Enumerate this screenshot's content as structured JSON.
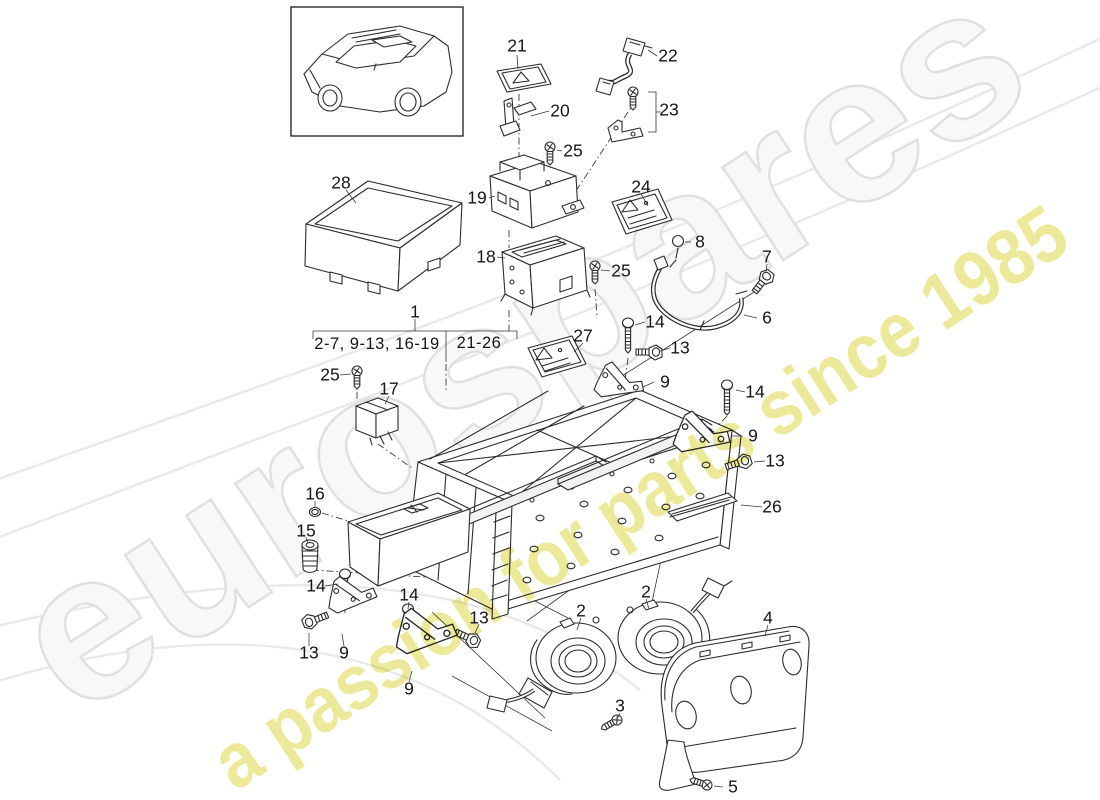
{
  "watermark": {
    "brand": "eurospares",
    "tagline": "a passion for parts since 1985",
    "brand_fill": "#f8f8f8",
    "brand_outline": "#e0e0e0",
    "tagline_color": "#e9e382"
  },
  "assembly_group": {
    "number": "1",
    "ranges_left": "2-7, 9-13, 16-19",
    "ranges_right": "21-26"
  },
  "colors": {
    "line": "#2b2b2b",
    "background": "#ffffff",
    "swoosh": "#e9e9e9"
  },
  "callouts": [
    {
      "label": "21"
    },
    {
      "label": "22"
    },
    {
      "label": "23"
    },
    {
      "label": "20"
    },
    {
      "label": "25"
    },
    {
      "label": "19"
    },
    {
      "label": "24"
    },
    {
      "label": "28"
    },
    {
      "label": "18"
    },
    {
      "label": "25"
    },
    {
      "label": "8"
    },
    {
      "label": "7"
    },
    {
      "label": "6"
    },
    {
      "label": "1"
    },
    {
      "label": "27"
    },
    {
      "label": "14"
    },
    {
      "label": "13"
    },
    {
      "label": "9"
    },
    {
      "label": "25"
    },
    {
      "label": "17"
    },
    {
      "label": "16"
    },
    {
      "label": "15"
    },
    {
      "label": "14"
    },
    {
      "label": "13"
    },
    {
      "label": "9"
    },
    {
      "label": "14"
    },
    {
      "label": "13"
    },
    {
      "label": "9"
    },
    {
      "label": "14"
    },
    {
      "label": "9"
    },
    {
      "label": "13"
    },
    {
      "label": "26"
    },
    {
      "label": "2"
    },
    {
      "label": "2"
    },
    {
      "label": "3"
    },
    {
      "label": "4"
    },
    {
      "label": "5"
    }
  ]
}
